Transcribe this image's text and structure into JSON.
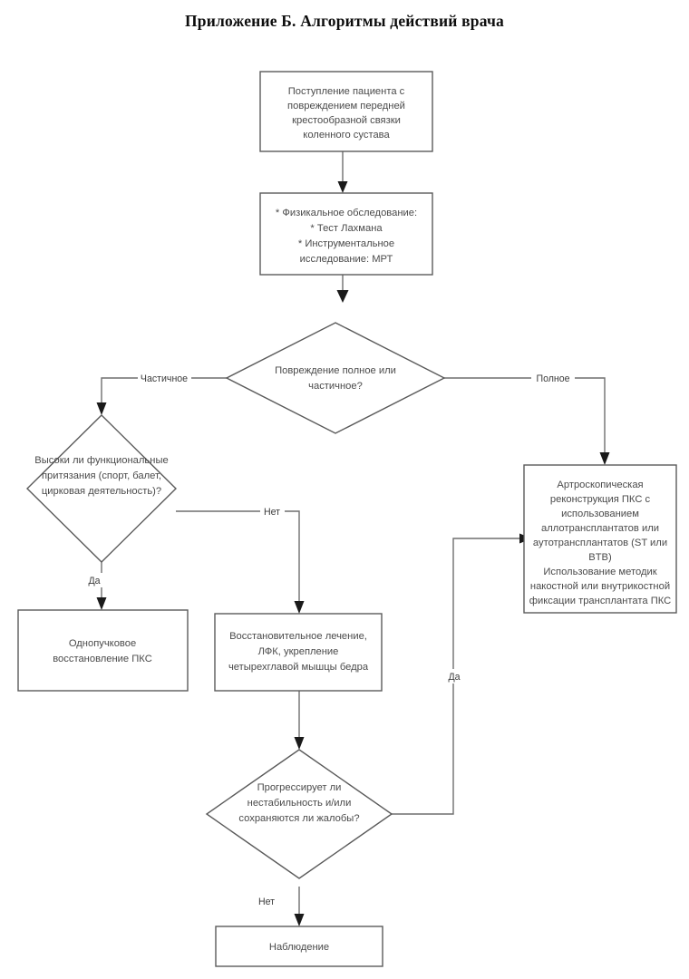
{
  "document": {
    "title": "Приложение Б. Алгоритмы действий врача"
  },
  "colors": {
    "page_background": "#ffffff",
    "node_border": "#5a5a5a",
    "node_fill": "#ffffff",
    "connector": "#6f6f6f",
    "arrow_head": "#1a1a1a",
    "node_text": "#4a4a4a",
    "title_text": "#0d0d0d"
  },
  "chart_data": {
    "type": "diagram",
    "diagram_kind": "flowchart",
    "title": "Приложение Б. Алгоритмы действий врача",
    "orientation": "top-to-bottom",
    "nodes": [
      {
        "id": "n1",
        "shape": "rect",
        "lines": [
          "Поступление пациента с",
          "повреждением передней",
          "крестообразной связки",
          "коленного сустава"
        ]
      },
      {
        "id": "n2",
        "shape": "rect",
        "lines": [
          "* Физикальное обследование:",
          "* Тест Лахмана",
          "* Инструментальное",
          "исследование: МРТ"
        ]
      },
      {
        "id": "d1",
        "shape": "diamond",
        "lines": [
          "Повреждение полное или",
          "частичное?"
        ]
      },
      {
        "id": "d2",
        "shape": "diamond",
        "lines": [
          "Высоки ли функциональные",
          "притязания (спорт, балет,",
          "цирковая деятельность)?"
        ]
      },
      {
        "id": "n3",
        "shape": "rect",
        "lines": [
          "Артроскопическая",
          "реконструкция ПКС с",
          "использованием",
          "аллотрансплантатов или",
          "аутотрансплантатов (ST или",
          "BTB)",
          "Использование методик",
          "накостной или внутрикостной",
          "фиксации трансплантата ПКС"
        ]
      },
      {
        "id": "n4",
        "shape": "rect",
        "lines": [
          "Однопучковое",
          "восстановление ПКС"
        ]
      },
      {
        "id": "n5",
        "shape": "rect",
        "lines": [
          "Восстановительное лечение,",
          "ЛФК, укрепление",
          "четырехглавой мышцы бедра"
        ]
      },
      {
        "id": "d3",
        "shape": "diamond",
        "lines": [
          "Прогрессирует ли",
          "нестабильность и/или",
          "сохраняются ли жалобы?"
        ]
      },
      {
        "id": "n6",
        "shape": "rect",
        "lines": [
          "Наблюдение"
        ]
      }
    ],
    "edges": [
      {
        "id": "e1",
        "from": "n1",
        "to": "n2",
        "label": ""
      },
      {
        "id": "e2",
        "from": "n2",
        "to": "d1",
        "label": ""
      },
      {
        "id": "e3",
        "from": "d1",
        "to": "d2",
        "label": "Частичное"
      },
      {
        "id": "e4",
        "from": "d1",
        "to": "n3",
        "label": "Полное"
      },
      {
        "id": "e5",
        "from": "d2",
        "to": "n4",
        "label": "Да"
      },
      {
        "id": "e6",
        "from": "d2",
        "to": "n5",
        "label": "Нет"
      },
      {
        "id": "e7",
        "from": "n5",
        "to": "d3",
        "label": ""
      },
      {
        "id": "e8",
        "from": "d3",
        "to": "n3",
        "label": "Да"
      },
      {
        "id": "e9",
        "from": "d3",
        "to": "n6",
        "label": "Нет"
      }
    ]
  },
  "nodes": {
    "n1": {
      "l0": "Поступление пациента с",
      "l1": "повреждением передней",
      "l2": "крестообразной связки",
      "l3": "коленного сустава"
    },
    "n2": {
      "l0": "* Физикальное обследование:",
      "l1": "* Тест Лахмана",
      "l2": "* Инструментальное",
      "l3": "исследование: МРТ"
    },
    "d1": {
      "l0": "Повреждение полное или",
      "l1": "частичное?"
    },
    "d2": {
      "l0": "Высоки ли функциональные",
      "l1": "притязания (спорт, балет,",
      "l2": "цирковая деятельность)?"
    },
    "n3": {
      "l0": "Артроскопическая",
      "l1": "реконструкция ПКС с",
      "l2": "использованием",
      "l3": "аллотрансплантатов или",
      "l4": "аутотрансплантатов (ST или",
      "l5": "BTB)",
      "l6": "Использование методик",
      "l7": "накостной или внутрикостной",
      "l8": "фиксации трансплантата ПКС"
    },
    "n4": {
      "l0": "Однопучковое",
      "l1": "восстановление ПКС"
    },
    "n5": {
      "l0": "Восстановительное лечение,",
      "l1": "ЛФК, укрепление",
      "l2": "четырехглавой мышцы бедра"
    },
    "d3": {
      "l0": "Прогрессирует ли",
      "l1": "нестабильность и/или",
      "l2": "сохраняются ли жалобы?"
    },
    "n6": {
      "l0": "Наблюдение"
    }
  },
  "edge_labels": {
    "partial": "Частичное",
    "full": "Полное",
    "yes_d2": "Да",
    "no_d2": "Нет",
    "yes_d3": "Да",
    "no_d3": "Нет"
  }
}
